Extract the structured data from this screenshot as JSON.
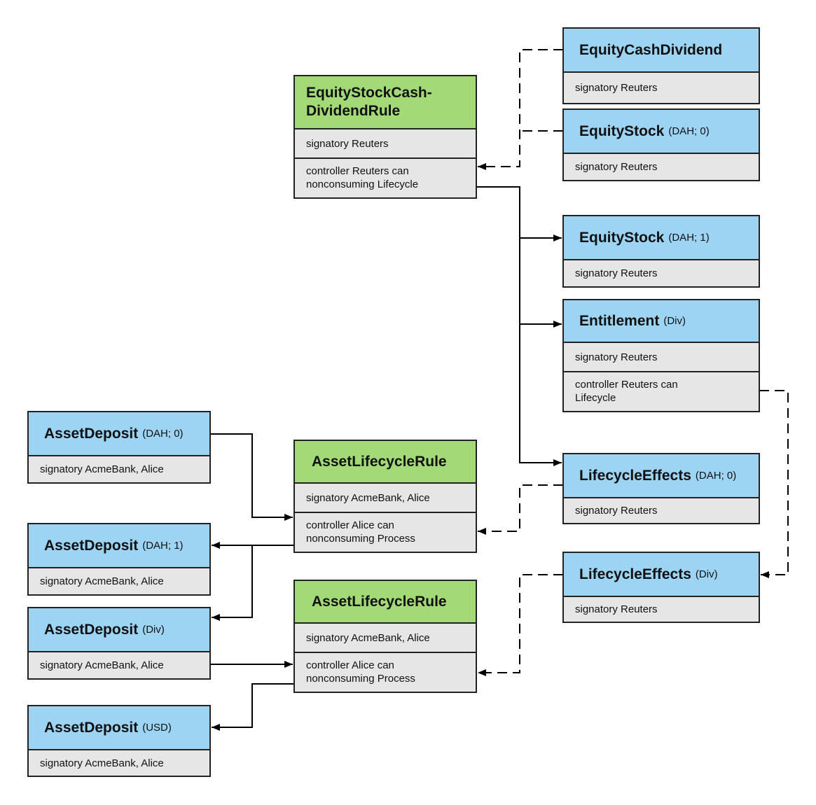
{
  "nodes": {
    "equity_stock_cash_dividend_rule": {
      "title": "EquityStockCash-\nDividendRule",
      "qualifier": "",
      "rows": [
        "signatory Reuters",
        "controller Reuters can\n     nonconsuming Lifecycle"
      ]
    },
    "equity_cash_dividend": {
      "title": "EquityCashDividend",
      "qualifier": "",
      "rows": [
        "signatory Reuters"
      ]
    },
    "equity_stock_dah0": {
      "title": "EquityStock",
      "qualifier": "(DAH; 0)",
      "rows": [
        "signatory Reuters"
      ]
    },
    "equity_stock_dah1": {
      "title": "EquityStock",
      "qualifier": "(DAH; 1)",
      "rows": [
        "signatory Reuters"
      ]
    },
    "entitlement_div": {
      "title": "Entitlement",
      "qualifier": "(Div)",
      "rows": [
        "signatory Reuters",
        "controller Reuters can\n     Lifecycle"
      ]
    },
    "lifecycle_effects_dah0": {
      "title": "LifecycleEffects",
      "qualifier": "(DAH; 0)",
      "rows": [
        "signatory Reuters"
      ]
    },
    "lifecycle_effects_div": {
      "title": "LifecycleEffects",
      "qualifier": "(Div)",
      "rows": [
        "signatory Reuters"
      ]
    },
    "asset_lifecycle_rule_1": {
      "title": "AssetLifecycleRule",
      "qualifier": "",
      "rows": [
        "signatory AcmeBank, Alice",
        "controller Alice can\n     nonconsuming Process"
      ]
    },
    "asset_lifecycle_rule_2": {
      "title": "AssetLifecycleRule",
      "qualifier": "",
      "rows": [
        "signatory AcmeBank, Alice",
        "controller Alice can\n     nonconsuming Process"
      ]
    },
    "asset_deposit_dah0": {
      "title": "AssetDeposit",
      "qualifier": "(DAH; 0)",
      "rows": [
        "signatory AcmeBank, Alice"
      ]
    },
    "asset_deposit_dah1": {
      "title": "AssetDeposit",
      "qualifier": "(DAH; 1)",
      "rows": [
        "signatory AcmeBank, Alice"
      ]
    },
    "asset_deposit_div": {
      "title": "AssetDeposit",
      "qualifier": "(Div)",
      "rows": [
        "signatory AcmeBank, Alice"
      ]
    },
    "asset_deposit_usd": {
      "title": "AssetDeposit",
      "qualifier": "(USD)",
      "rows": [
        "signatory AcmeBank, Alice"
      ]
    }
  },
  "colors": {
    "template_header": "#9dd3f3",
    "rule_header": "#a3d977",
    "body": "#e6e6e6",
    "border": "#222222",
    "line": "#000000"
  }
}
